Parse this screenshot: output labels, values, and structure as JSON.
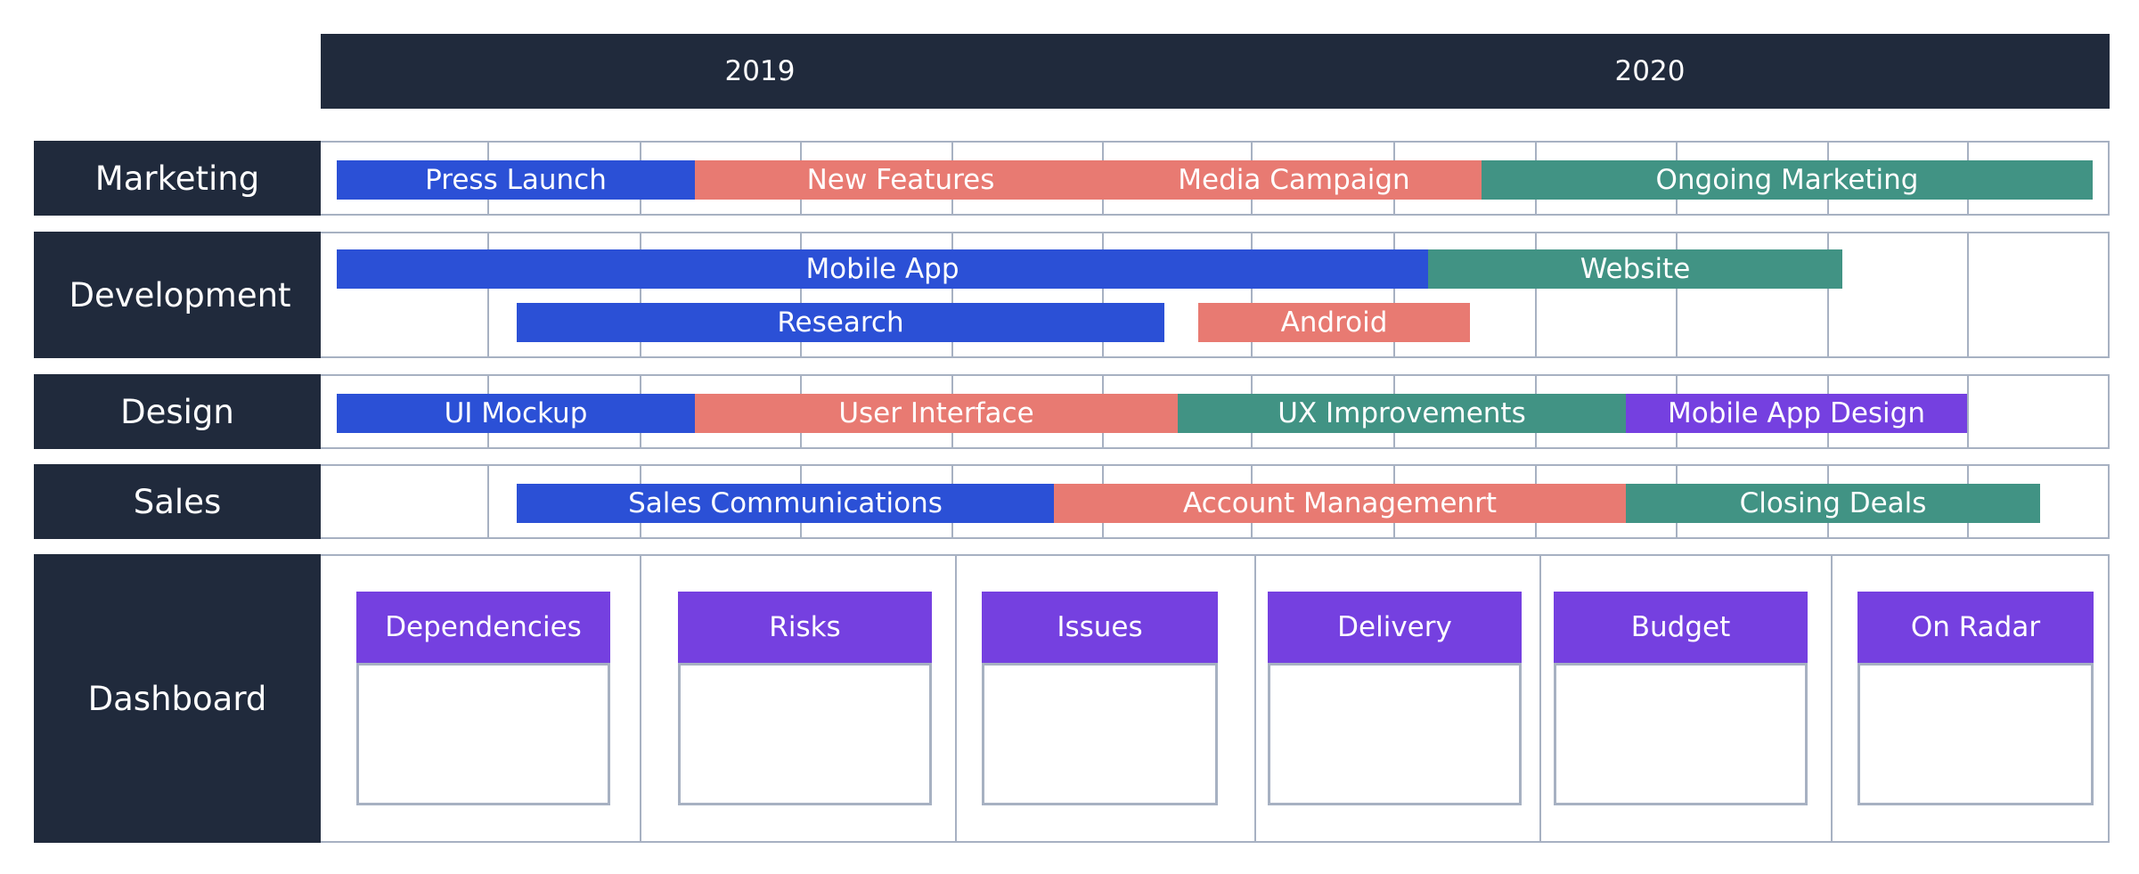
{
  "colors": {
    "header_bg": "#202a3c",
    "blue": "#2b50d6",
    "red": "#e87a72",
    "teal": "#419384",
    "purple": "#7540e0",
    "grid": "#a7b1c2"
  },
  "timeline": {
    "years": [
      "2019",
      "2020"
    ]
  },
  "rows": {
    "marketing": {
      "label": "Marketing",
      "bars": [
        {
          "label": "Press Launch",
          "color": "blue"
        },
        {
          "label": "New Features",
          "color": "red"
        },
        {
          "label": "Media Campaign",
          "color": "red"
        },
        {
          "label": "Ongoing Marketing",
          "color": "teal"
        }
      ]
    },
    "development": {
      "label": "Development",
      "bars": [
        {
          "label": "Mobile App",
          "color": "blue"
        },
        {
          "label": "Website",
          "color": "teal"
        },
        {
          "label": "Research",
          "color": "blue"
        },
        {
          "label": "Android",
          "color": "red"
        }
      ]
    },
    "design": {
      "label": "Design",
      "bars": [
        {
          "label": "UI Mockup",
          "color": "blue"
        },
        {
          "label": "User Interface",
          "color": "red"
        },
        {
          "label": "UX Improvements",
          "color": "teal"
        },
        {
          "label": "Mobile App Design",
          "color": "purple"
        }
      ]
    },
    "sales": {
      "label": "Sales",
      "bars": [
        {
          "label": "Sales Communications",
          "color": "blue"
        },
        {
          "label": "Account Managemenrt",
          "color": "red"
        },
        {
          "label": "Closing Deals",
          "color": "teal"
        }
      ]
    },
    "dashboard": {
      "label": "Dashboard",
      "cards": [
        "Dependencies",
        "Risks",
        "Issues",
        "Delivery",
        "Budget",
        "On Radar"
      ]
    }
  }
}
